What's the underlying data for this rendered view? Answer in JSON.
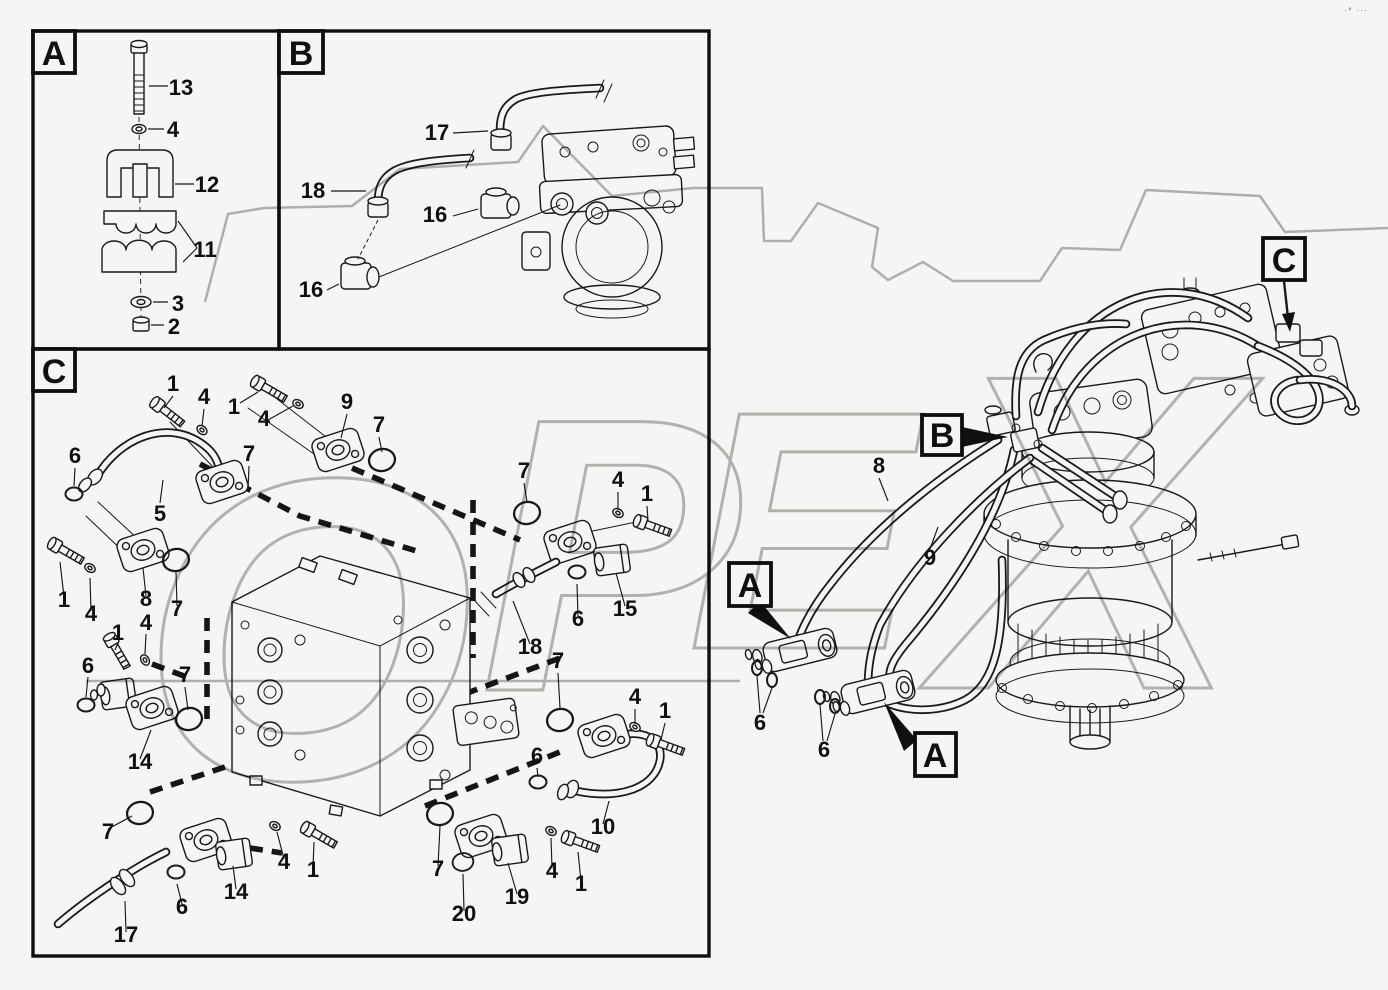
{
  "colors": {
    "background": "#f5f6f3",
    "line_ink": "#191919",
    "watermark_gray": "#b0b2af"
  },
  "corner_marks": "·° ···",
  "watermark": {
    "letters": [
      "O",
      "P",
      "E",
      "X"
    ]
  },
  "panels": {
    "a": {
      "label": "A",
      "callouts": [
        "13",
        "4",
        "12",
        "11",
        "3",
        "2"
      ]
    },
    "b": {
      "label": "B",
      "callouts": [
        "17",
        "18",
        "16",
        "16"
      ]
    },
    "c": {
      "label": "C",
      "callouts": [
        "1",
        "4",
        "1",
        "4",
        "9",
        "7",
        "6",
        "5",
        "7",
        "1",
        "4",
        "8",
        "7",
        "1",
        "4",
        "6",
        "7",
        "14",
        "7",
        "17",
        "6",
        "14",
        "4",
        "1",
        "7",
        "4",
        "1",
        "15",
        "6",
        "18",
        "7",
        "6",
        "4",
        "1",
        "10",
        "7",
        "20",
        "19",
        "4",
        "1"
      ]
    }
  },
  "assembly": {
    "labels": [
      "A",
      "A",
      "B",
      "C"
    ],
    "callouts": [
      "6",
      "6",
      "8",
      "9"
    ]
  }
}
